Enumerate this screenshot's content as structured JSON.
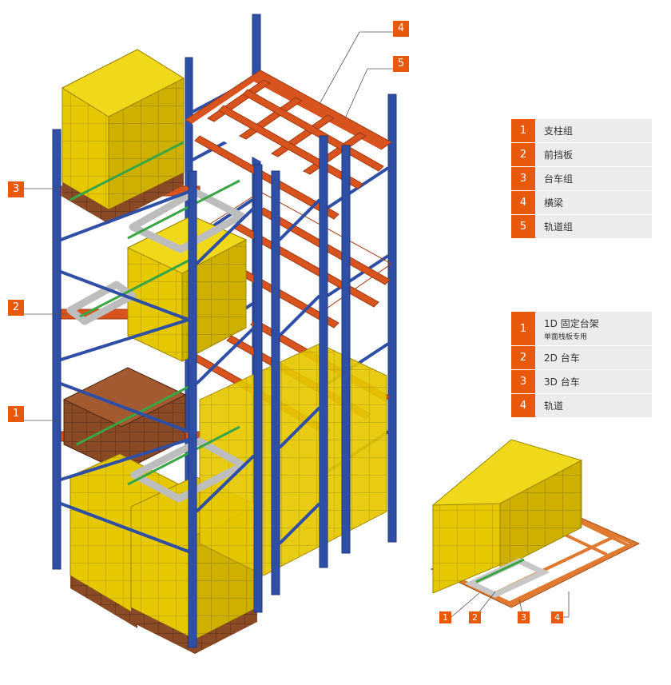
{
  "callouts_main": [
    "3",
    "2",
    "1",
    "4",
    "5"
  ],
  "legend_components": [
    {
      "num": "1",
      "label": "支柱组"
    },
    {
      "num": "2",
      "label": "前挡板"
    },
    {
      "num": "3",
      "label": "台车组"
    },
    {
      "num": "4",
      "label": "横梁"
    },
    {
      "num": "5",
      "label": "轨道组"
    }
  ],
  "legend_parts": [
    {
      "num": "1",
      "label": "1D 固定台架",
      "sub": "单面栈板专用"
    },
    {
      "num": "2",
      "label": "2D 台车",
      "sub": ""
    },
    {
      "num": "3",
      "label": "3D 台车",
      "sub": ""
    },
    {
      "num": "4",
      "label": "轨道",
      "sub": ""
    }
  ],
  "callouts_small": [
    "1",
    "2",
    "3",
    "4"
  ],
  "colors": {
    "accent": "#e8590c",
    "upright": "#2f4fa6",
    "beam": "#d9531e",
    "cargo": "#e6c800",
    "pallet": "#8b4a26",
    "cart": "#c8c8c8",
    "rail_green": "#3aa544"
  }
}
